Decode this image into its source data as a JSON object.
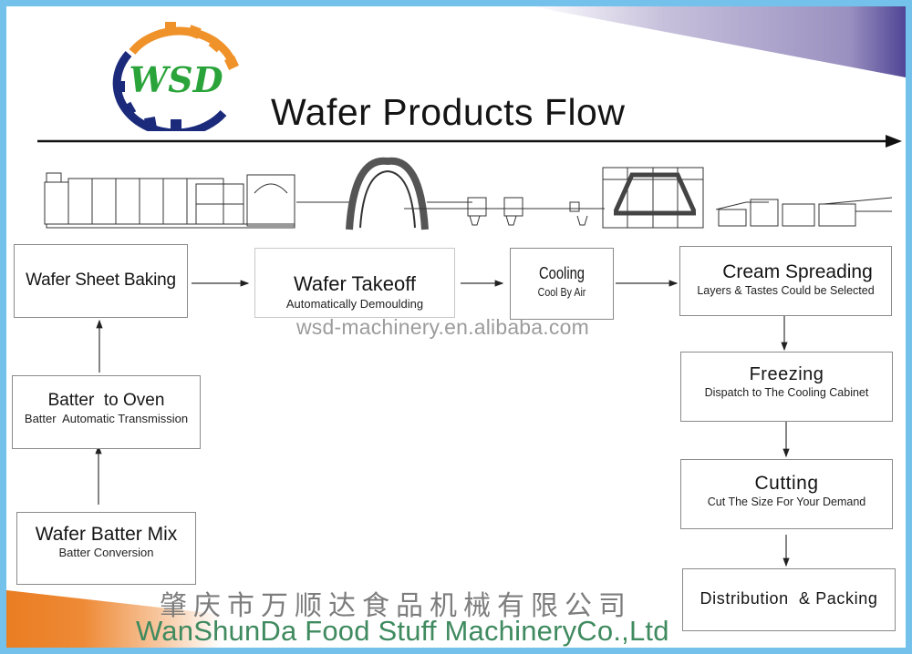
{
  "header": {
    "logo_text": "WSD",
    "title": "Wafer Products Flow"
  },
  "colors": {
    "frame": "#74c2ec",
    "logo_orange": "#f0922a",
    "logo_navy": "#1b2a7a",
    "logo_green": "#2aa43a",
    "band_purple": "#5a4e98",
    "band_orange": "#ea7d22",
    "company_green": "#3f8a5f"
  },
  "steps": [
    {
      "id": "wafer-sheet-baking",
      "title": "Wafer Sheet Baking",
      "subtitle": ""
    },
    {
      "id": "wafer-takeoff",
      "title": "Wafer  Takeoff",
      "subtitle": "Automatically  Demoulding"
    },
    {
      "id": "cooling",
      "title": "Cooling",
      "subtitle": "Cool By Air"
    },
    {
      "id": "cream-spreading",
      "title": "Cream Spreading",
      "subtitle": "Layers & Tastes Could be Selected"
    },
    {
      "id": "freezing",
      "title": "Freezing",
      "subtitle": "Dispatch to The Cooling Cabinet"
    },
    {
      "id": "cutting",
      "title": "Cutting",
      "subtitle": "Cut The Size For Your Demand"
    },
    {
      "id": "distribution-packing",
      "title": "Distribution  & Packing",
      "subtitle": ""
    },
    {
      "id": "batter-to-oven",
      "title": "Batter  to Oven",
      "subtitle": "Batter  Automatic Transmission"
    },
    {
      "id": "wafer-batter-mix",
      "title": "Wafer Batter Mix",
      "subtitle": "Batter Conversion"
    }
  ],
  "connections": [
    {
      "from": "wafer-batter-mix",
      "to": "batter-to-oven"
    },
    {
      "from": "batter-to-oven",
      "to": "wafer-sheet-baking"
    },
    {
      "from": "wafer-sheet-baking",
      "to": "wafer-takeoff"
    },
    {
      "from": "wafer-takeoff",
      "to": "cooling"
    },
    {
      "from": "cooling",
      "to": "cream-spreading"
    },
    {
      "from": "cream-spreading",
      "to": "freezing"
    },
    {
      "from": "freezing",
      "to": "cutting"
    },
    {
      "from": "cutting",
      "to": "distribution-packing"
    }
  ],
  "watermark": "wsd-machinery.en.alibaba.com",
  "footer": {
    "company_cn": "肇庆市万顺达食品机械有限公司",
    "company_en": "WanShunDa Food Stuff MachineryCo.,Ltd"
  }
}
